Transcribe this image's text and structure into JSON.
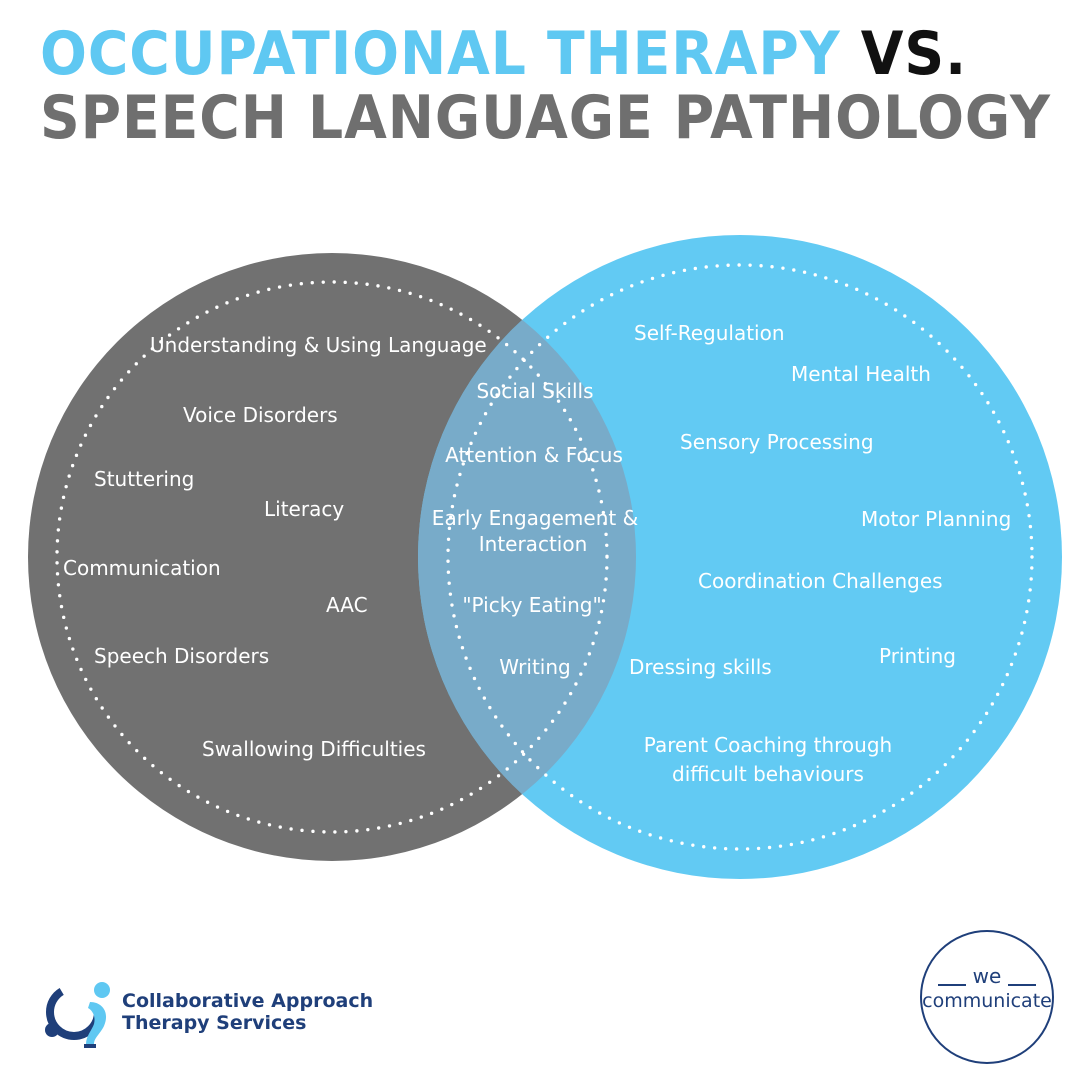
{
  "title": {
    "line1_ot": "OCCUPATIONAL THERAPY",
    "line1_vs": " VS.",
    "line2": "SPEECH LANGUAGE PATHOLOGY"
  },
  "colors": {
    "left_circle": "#717171",
    "right_circle": "#62caf3",
    "overlap": "#78abc9",
    "ot_title": "#5fc8f2",
    "slp_title": "#6f6f6f",
    "brand_navy": "#1f3f7a"
  },
  "venn": {
    "left_items": [
      "Understanding & Using Language",
      "Voice Disorders",
      "Stuttering",
      "Literacy",
      "Communication",
      "AAC",
      "Speech Disorders",
      "Swallowing Difficulties"
    ],
    "shared_items": [
      "Social Skills",
      "Attention & Focus",
      "Early Engagement &",
      "Interaction",
      "\"Picky Eating\"",
      "Writing"
    ],
    "right_items": [
      "Self-Regulation",
      "Mental Health",
      "Sensory Processing",
      "Motor Planning",
      "Coordination Challenges",
      "Printing",
      "Dressing skills",
      "Parent Coaching  through",
      "difficult behaviours"
    ]
  },
  "footer": {
    "left_logo_line1": "Collaborative Approach",
    "left_logo_line2": "Therapy Services",
    "right_logo_we": "we",
    "right_logo_communicate": "communicate"
  }
}
